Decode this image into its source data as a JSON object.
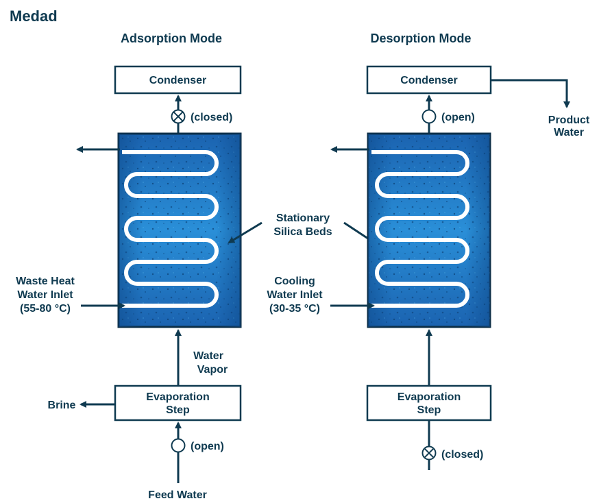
{
  "brand": "Medad",
  "left_panel": {
    "title": "Adsorption Mode",
    "condenser": "Condenser",
    "condenser_valve_state": "(closed)",
    "heat_inlet_line1": "Waste Heat",
    "heat_inlet_line2": "Water Inlet",
    "heat_inlet_line3": "(55-80 °C)",
    "vapor_line1": "Water",
    "vapor_line2": "Vapor",
    "evaporation_line1": "Evaporation",
    "evaporation_line2": "Step",
    "brine": "Brine",
    "feed_valve_state": "(open)",
    "feed_water": "Feed Water"
  },
  "right_panel": {
    "title": "Desorption Mode",
    "condenser": "Condenser",
    "condenser_valve_state": "(open)",
    "product_line1": "Product",
    "product_line2": "Water",
    "cooling_line1": "Cooling",
    "cooling_line2": "Water Inlet",
    "cooling_line3": "(30-35 °C)",
    "evaporation_line1": "Evaporation",
    "evaporation_line2": "Step",
    "feed_valve_state": "(closed)"
  },
  "beds_label_line1": "Stationary",
  "beds_label_line2": "Silica Beds",
  "colors": {
    "line": "#0f3a50",
    "bed_dark": "#1a5fa8",
    "bed_light": "#2f9fe0",
    "bed_border": "#0d2f48"
  }
}
